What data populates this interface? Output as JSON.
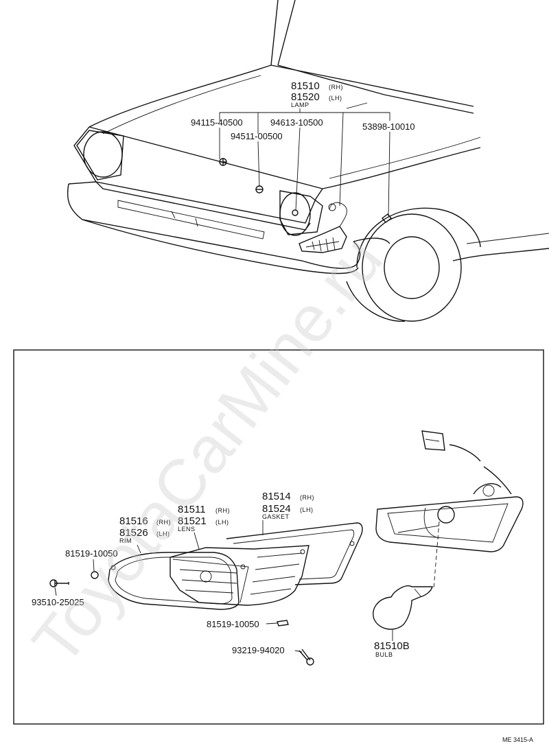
{
  "watermark": "ToyotaCarMine.ru",
  "figure_code": "ME 3415-A",
  "upper": {
    "lamp_rh": "81510",
    "lamp_rh_side": "(RH)",
    "lamp_lh": "81520",
    "lamp_lh_side": "(LH)",
    "lamp_label": "LAMP",
    "p_94115": "94115-40500",
    "p_94613": "94613-10500",
    "p_53898": "53898-10010",
    "p_94511": "94511-00500"
  },
  "lower": {
    "gasket_rh": "81514",
    "gasket_rh_side": "(RH)",
    "gasket_lh": "81524",
    "gasket_lh_side": "(LH)",
    "gasket_label": "GASKET",
    "lens_rh": "81511",
    "lens_rh_side": "(RH)",
    "lens_lh": "81521",
    "lens_lh_side": "(LH)",
    "lens_label": "LENS",
    "rim_rh": "81516",
    "rim_rh_side": "(RH)",
    "rim_lh": "81526",
    "rim_lh_side": "(LH)",
    "rim_label": "RIM",
    "nut_top": "81519-10050",
    "screw_left": "93510-25025",
    "nut_bottom": "81519-10050",
    "screw_bottom": "93219-94020",
    "bulb_part": "81510B",
    "bulb_label": "BULB"
  }
}
